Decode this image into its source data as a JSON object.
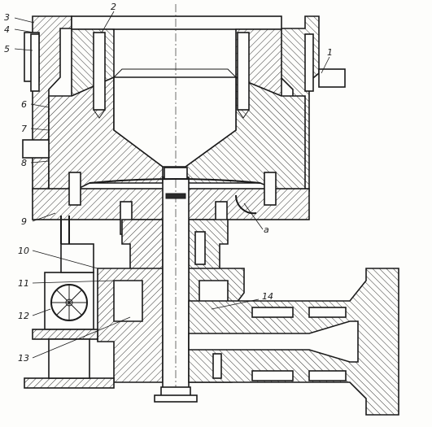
{
  "callouts": [
    {
      "id": "1",
      "text": "1"
    },
    {
      "id": "2",
      "text": "2"
    },
    {
      "id": "3",
      "text": "3"
    },
    {
      "id": "4",
      "text": "4"
    },
    {
      "id": "5",
      "text": "5"
    },
    {
      "id": "6",
      "text": "6"
    },
    {
      "id": "7",
      "text": "7"
    },
    {
      "id": "8",
      "text": "8"
    },
    {
      "id": "9",
      "text": "9"
    },
    {
      "id": "10",
      "text": "10"
    },
    {
      "id": "11",
      "text": "11"
    },
    {
      "id": "12",
      "text": "12"
    },
    {
      "id": "13",
      "text": "13"
    },
    {
      "id": "14",
      "text": "14"
    },
    {
      "id": "a",
      "text": "a"
    }
  ],
  "colors": {
    "ink": "#1a1a1a",
    "paper": "#fdfdfb"
  }
}
